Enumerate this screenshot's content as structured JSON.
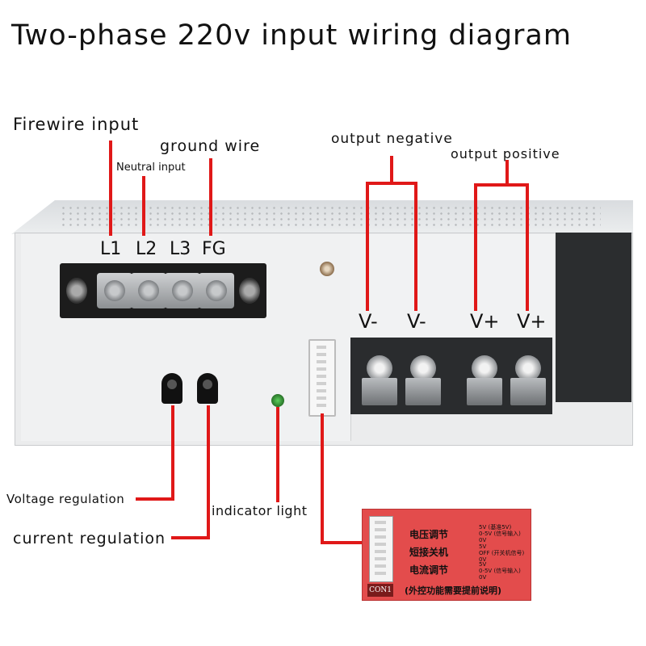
{
  "title": "Two-phase 220v input wiring diagram",
  "labels": {
    "firewire_input": "Firewire input",
    "ground_wire": "ground wire",
    "neutral_input": "Neutral input",
    "output_negative": "output negative",
    "output_positive": "output positive",
    "voltage_regulation": "Voltage regulation",
    "current_regulation": "current regulation",
    "indicator_light": "indicator light"
  },
  "terminals": [
    "L1",
    "L2",
    "L3",
    "FG"
  ],
  "outputs": [
    "V-",
    "V-",
    "V+",
    "V+"
  ],
  "card": {
    "connector_label": "CON1",
    "rows": [
      {
        "name": "电压调节",
        "values": [
          "5V  (基准5V)",
          "0-5V  (信号输入)",
          "0V"
        ]
      },
      {
        "name": "短接关机",
        "values": [
          "5V",
          "OFF  (开关机信号)",
          "0V"
        ]
      },
      {
        "name": "电流调节",
        "values": [
          "5V",
          "0-5V  (信号输入)",
          "0V"
        ]
      }
    ],
    "note": "(外控功能需要提前说明)"
  },
  "colors": {
    "wire": "#e01818",
    "card_bg": "#e34c4c"
  }
}
